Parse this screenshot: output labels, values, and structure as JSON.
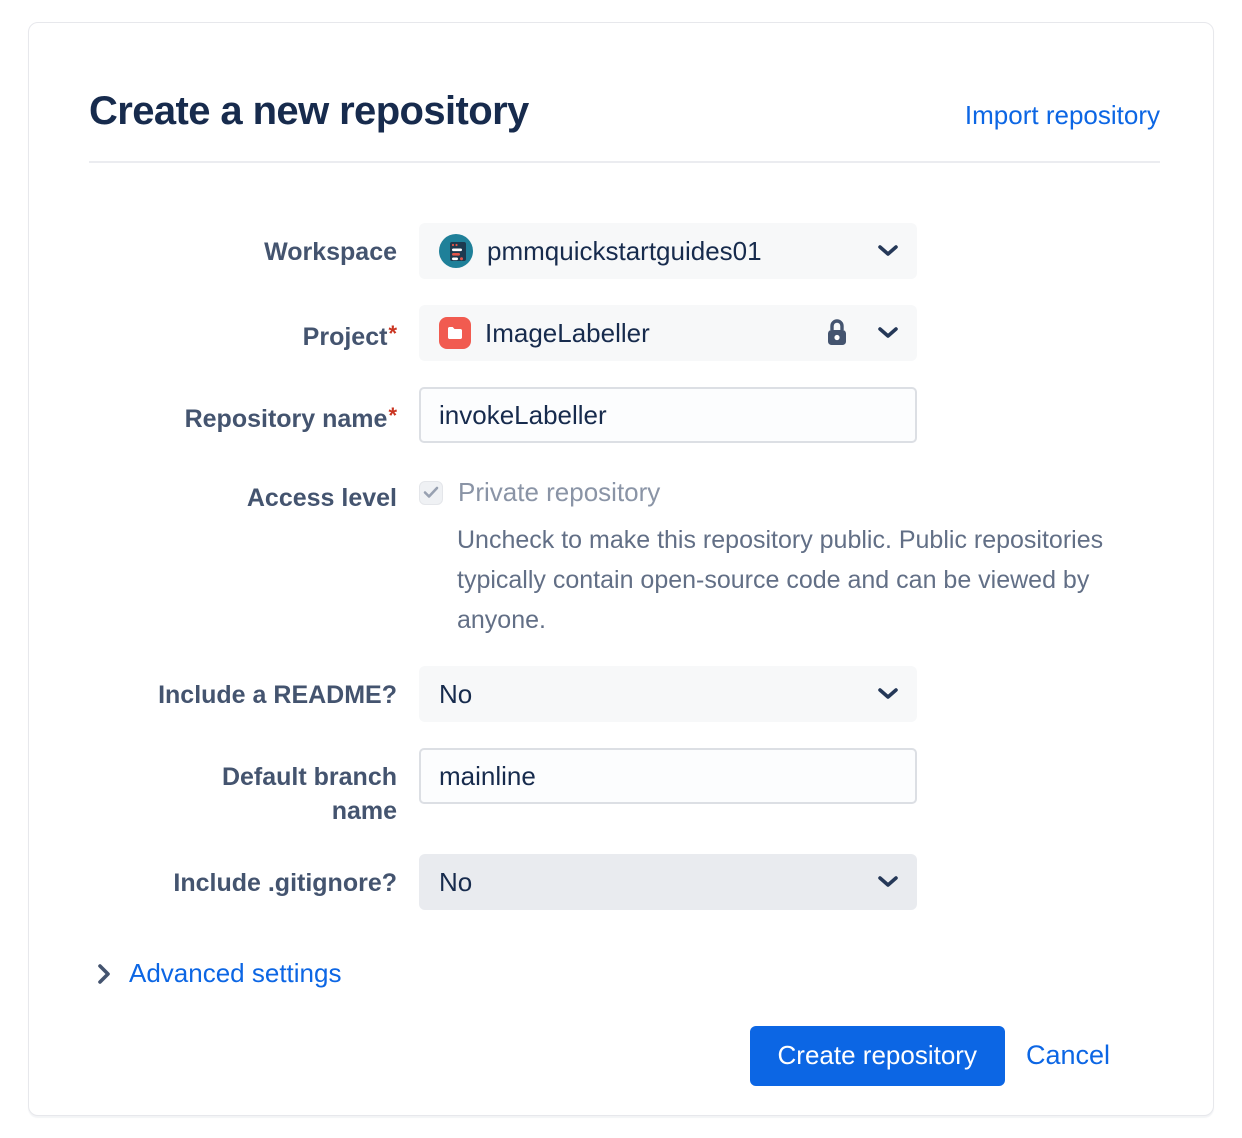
{
  "dialog": {
    "title": "Create a new repository",
    "import_link_label": "Import repository"
  },
  "form": {
    "workspace": {
      "label": "Workspace",
      "value": "pmmquickstartguides01"
    },
    "project": {
      "label": "Project",
      "required_marker": "*",
      "value": "ImageLabeller",
      "locked": true
    },
    "repository_name": {
      "label": "Repository name",
      "required_marker": "*",
      "value": "invokeLabeller"
    },
    "access_level": {
      "label": "Access level",
      "checkbox_label": "Private repository",
      "checkbox_checked": true,
      "help_text": "Uncheck to make this repository public. Public repositories typically contain open-source code and can be viewed by anyone."
    },
    "include_readme": {
      "label": "Include a README?",
      "value": "No"
    },
    "default_branch_name": {
      "label": "Default branch name",
      "value": "mainline"
    },
    "include_gitignore": {
      "label": "Include .gitignore?",
      "value": "No"
    }
  },
  "advanced_settings": {
    "label": "Advanced settings"
  },
  "actions": {
    "create_label": "Create repository",
    "cancel_label": "Cancel"
  },
  "icons": {
    "workspace_avatar": "teal circle with browser-window glyph",
    "project_folder": "red rounded square with white folder",
    "lock": "dark slate padlock",
    "chevron_down": "v",
    "chevron_right": "›",
    "checkmark": "✓"
  },
  "colors": {
    "accent_blue": "#0C66E4",
    "title_navy": "#172B4D",
    "label_slate": "#44546F",
    "helper_slate": "#626F86",
    "required_red": "#CA3521",
    "select_bg": "#F7F8F9",
    "select_bg_shaded": "#E9EBEF",
    "input_border": "#DCDFE4",
    "avatar_teal": "#1F8099",
    "folder_red": "#F15B50",
    "disabled_text": "#8A94A6"
  }
}
